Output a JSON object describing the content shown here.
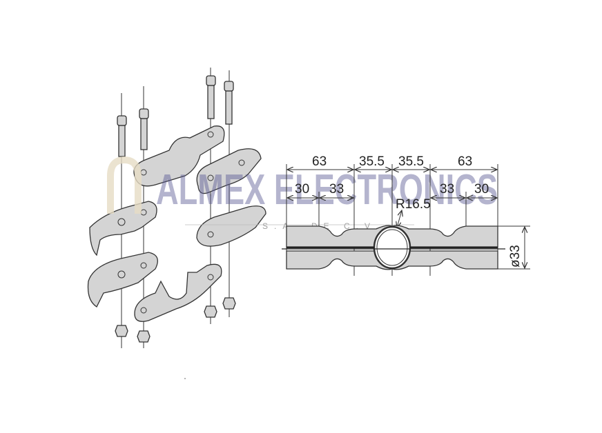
{
  "drawing": {
    "dimensions": {
      "top_left_total": "63",
      "center_left": "35.5",
      "center_right": "35.5",
      "top_right_total": "63",
      "left_outer": "30",
      "left_inner": "33",
      "right_inner": "33",
      "right_outer": "30",
      "radius": "R16.5",
      "diameter": "ø33"
    }
  },
  "watermark": {
    "brand": "ALMEX ELECTRONICS",
    "suffix": "S.A. DE C.V."
  },
  "colors": {
    "part_fill": "#d4d4d4",
    "watermark": "#5a5a94"
  }
}
